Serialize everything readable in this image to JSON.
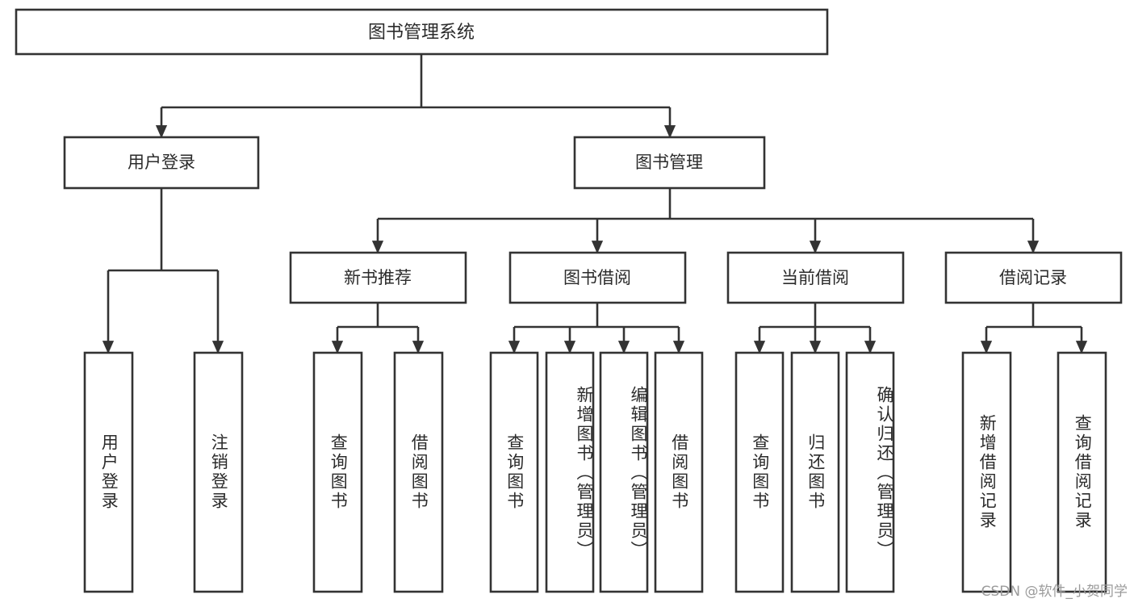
{
  "diagram": {
    "title": "图书管理系统",
    "type": "tree-hierarchy-chart",
    "orientation": "top-down",
    "colors": {
      "box_stroke": "#333333",
      "box_fill": "#ffffff",
      "text": "#2b2b2b",
      "background": "#ffffff",
      "watermark": "#9b9b9b"
    },
    "root": {
      "label": "图书管理系统"
    },
    "level1": [
      {
        "label": "用户登录"
      },
      {
        "label": "图书管理"
      }
    ],
    "level2": [
      {
        "label": "新书推荐"
      },
      {
        "label": "图书借阅"
      },
      {
        "label": "当前借阅"
      },
      {
        "label": "借阅记录"
      }
    ],
    "leaves": {
      "user_login": [
        {
          "label": "用户登录"
        },
        {
          "label": "注销登录"
        }
      ],
      "new_book_recommend": [
        {
          "label": "查询图书"
        },
        {
          "label": "借阅图书"
        }
      ],
      "book_borrow": [
        {
          "label": "查询图书"
        },
        {
          "label": "新增图书（管理员）"
        },
        {
          "label": "编辑图书（管理员）"
        },
        {
          "label": "借阅图书"
        }
      ],
      "current_borrow": [
        {
          "label": "查询图书"
        },
        {
          "label": "归还图书"
        },
        {
          "label": "确认归还（管理员）"
        }
      ],
      "borrow_records": [
        {
          "label": "新增借阅记录"
        },
        {
          "label": "查询借阅记录"
        }
      ]
    },
    "watermark": "CSDN @软件_小贺同学"
  }
}
